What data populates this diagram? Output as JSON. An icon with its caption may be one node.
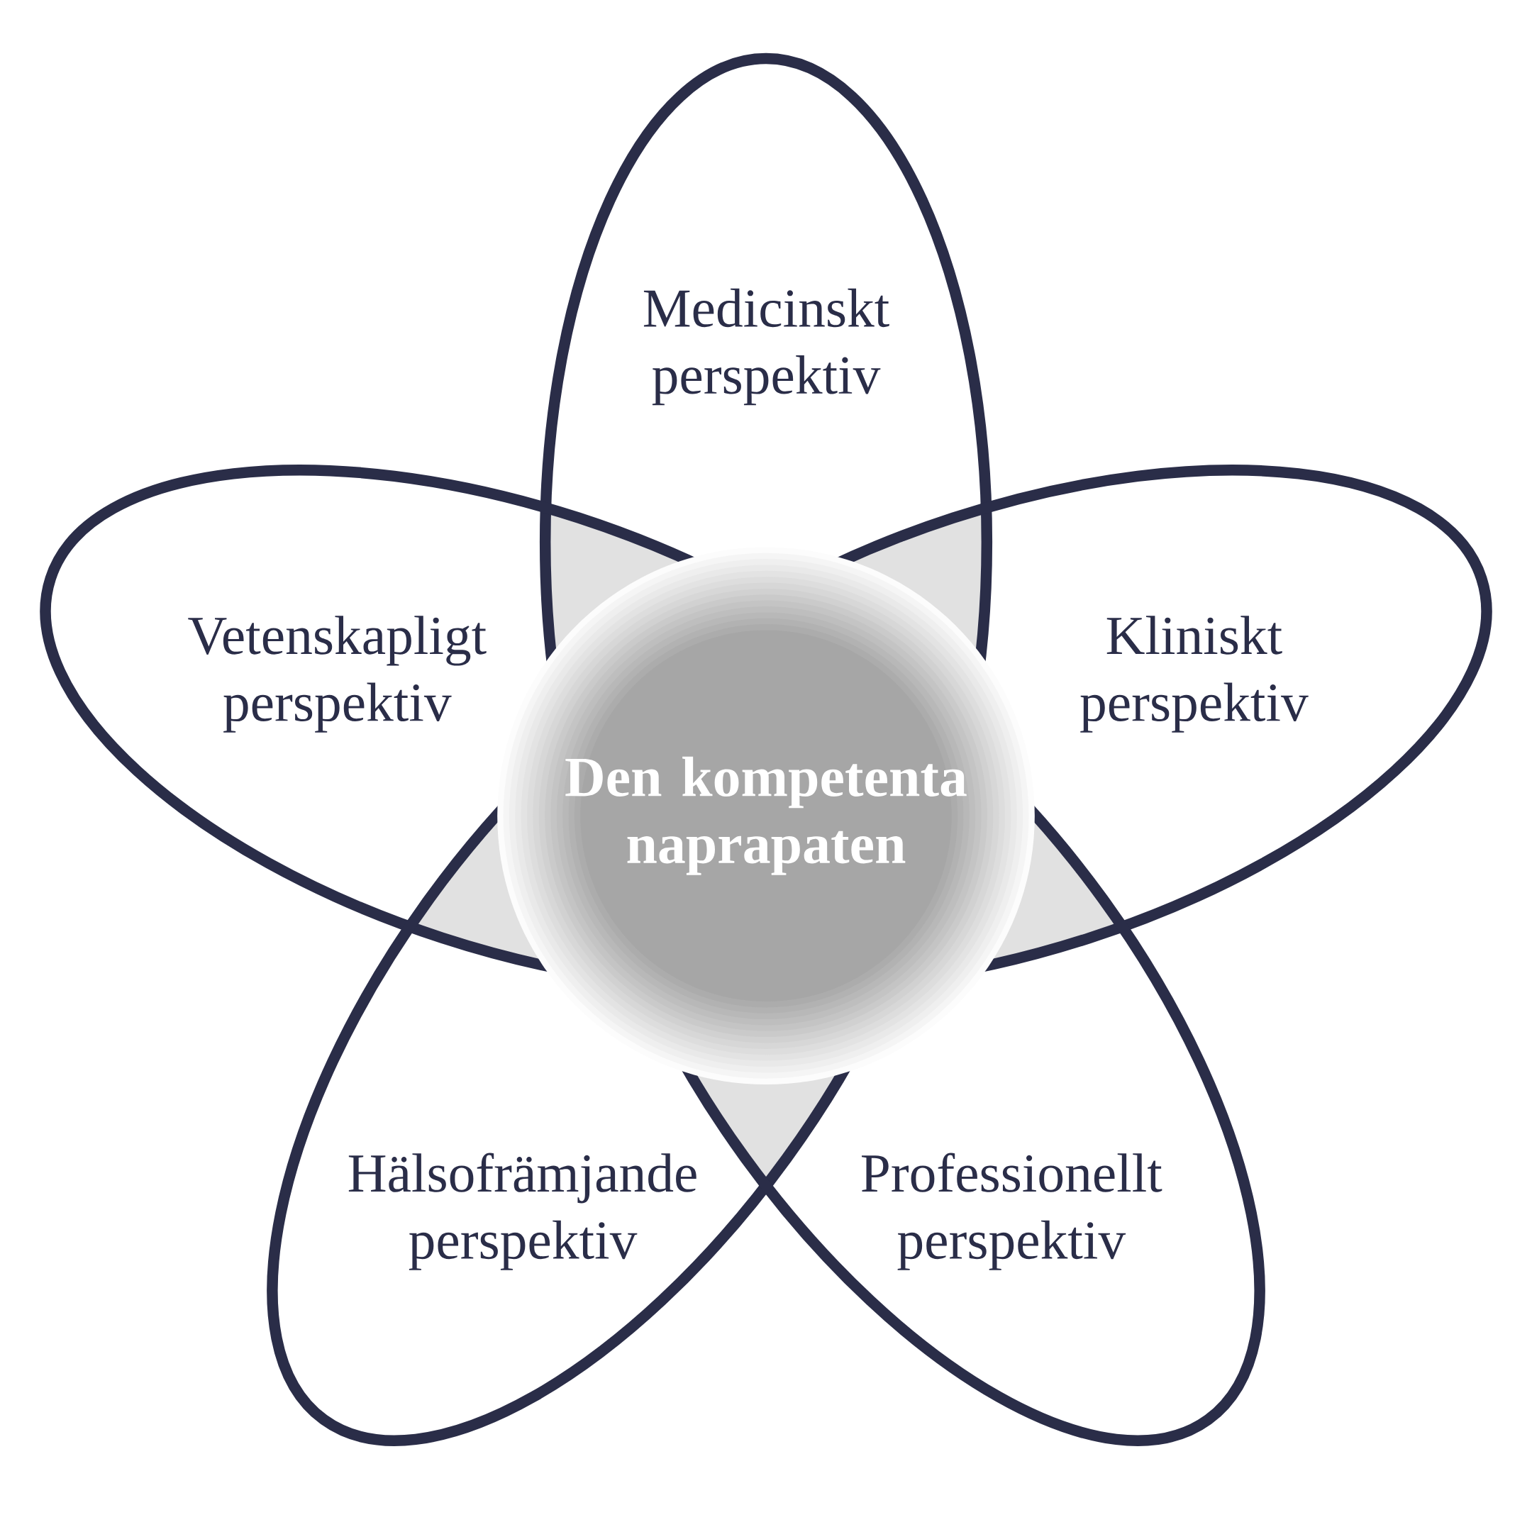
{
  "diagram": {
    "nodes": [
      {
        "text": [
          "Medicinskt perspektiv"
        ]
      },
      {
        "text": [
          "Vetenskapligt perspektiv"
        ]
      },
      {
        "text": [
          "Kliniskt perspektiv"
        ]
      },
      {
        "text": [
          "Den kompetenta naprapaten"
        ]
      },
      {
        "text": [
          "Hälsofrämjande perspektiv"
        ]
      },
      {
        "text": [
          "Professionellt perspektiv"
        ]
      }
    ]
  }
}
